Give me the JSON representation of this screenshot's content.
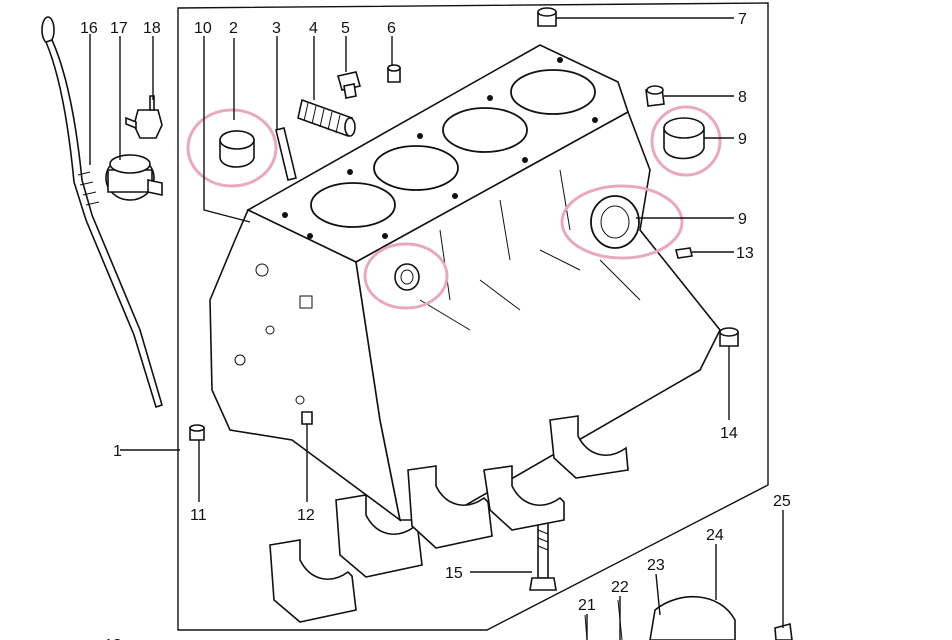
{
  "diagram": {
    "callouts": [
      "1",
      "2",
      "3",
      "4",
      "5",
      "6",
      "7",
      "8",
      "9",
      "9",
      "10",
      "11",
      "12",
      "13",
      "14",
      "15",
      "16",
      "17",
      "18",
      "21",
      "22",
      "23",
      "24",
      "25",
      "18"
    ],
    "colors": {
      "line": "#111111",
      "highlight": "#e8a9bf",
      "background": "#ffffff"
    }
  }
}
